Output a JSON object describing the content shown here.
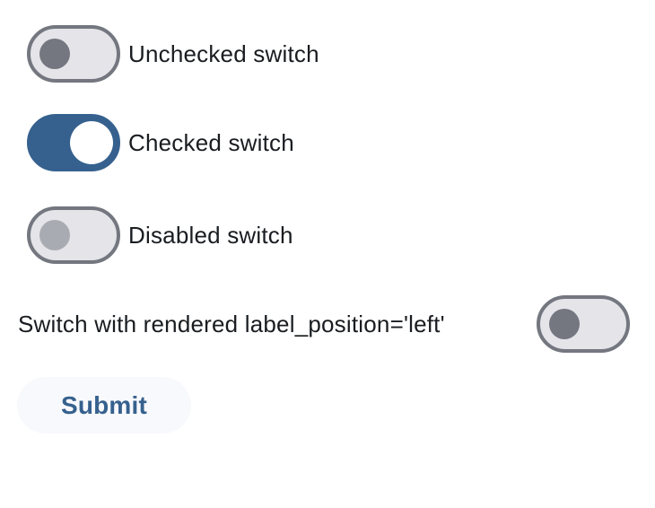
{
  "colors": {
    "primary": "#36618E",
    "outline": "#74777F",
    "track": "#E4E4E9",
    "disabled_thumb": "#A9ABB3",
    "label": "#191C20",
    "button_bg": "#F8F9FC",
    "button_text": "#36618E",
    "page_bg": "#FFFFFF"
  },
  "switches": [
    {
      "label": "Unchecked switch",
      "state": "unchecked",
      "label_position": "right"
    },
    {
      "label": "Checked switch",
      "state": "checked",
      "label_position": "right"
    },
    {
      "label": "Disabled switch",
      "state": "disabled",
      "label_position": "right"
    },
    {
      "label": "Switch with rendered label_position='left'",
      "state": "unchecked",
      "label_position": "left"
    }
  ],
  "button": {
    "label": "Submit"
  }
}
